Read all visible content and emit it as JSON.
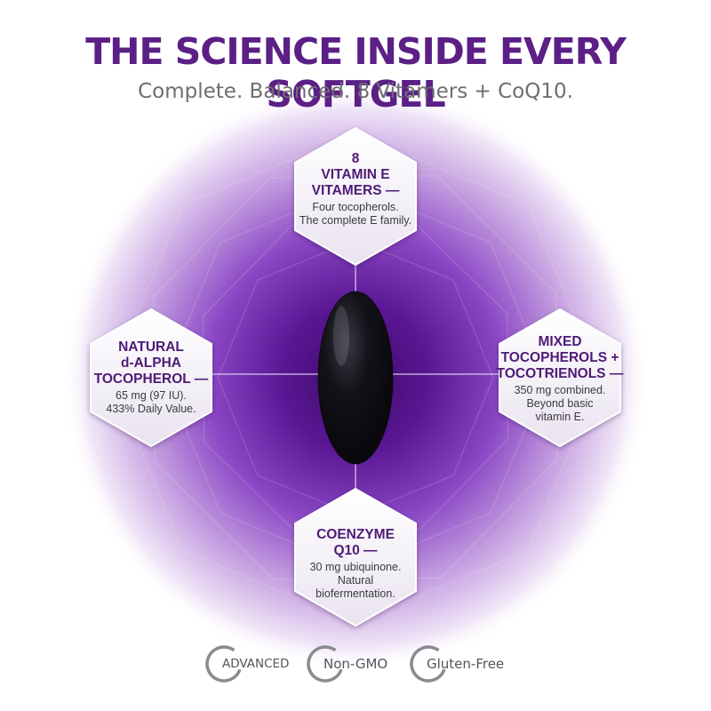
{
  "header": {
    "title": "THE SCIENCE INSIDE EVERY SOFTGEL",
    "subtitle": "Complete. Balanced. 8 Vitamers + CoQ10."
  },
  "colors": {
    "brand_purple": "#5b1f86",
    "glow_purple": "#6a1fa0",
    "subtitle_gray": "#6e6e72",
    "softgel": "#0b0b10"
  },
  "features": {
    "top": {
      "heading_lines": [
        "8",
        "VITAMIN E",
        "VITAMERS —"
      ],
      "body_lines": [
        "Four tocopherols.",
        "The complete E family."
      ]
    },
    "left": {
      "heading_lines": [
        "NATURAL",
        "d-ALPHA",
        "TOCOPHEROL —"
      ],
      "body_lines": [
        "65 mg (97 IU).",
        "433% Daily Value."
      ]
    },
    "right": {
      "heading_lines": [
        "MIXED",
        "TOCOPHEROLS +",
        "TOCOTRIENOLS —"
      ],
      "body_lines": [
        "350 mg combined.",
        "Beyond basic",
        "vitamin E."
      ]
    },
    "bottom": {
      "heading_lines": [
        "COENZYME",
        "Q10 —"
      ],
      "body_lines": [
        "30 mg ubiquinone.",
        "Natural",
        "biofermentation."
      ]
    }
  },
  "badges": [
    {
      "label": "ADVANCED",
      "icon": "circle-badge-icon"
    },
    {
      "label": "Non-GMO",
      "icon": "circle-badge-icon"
    },
    {
      "label": "Gluten-Free",
      "icon": "circle-badge-icon"
    }
  ]
}
